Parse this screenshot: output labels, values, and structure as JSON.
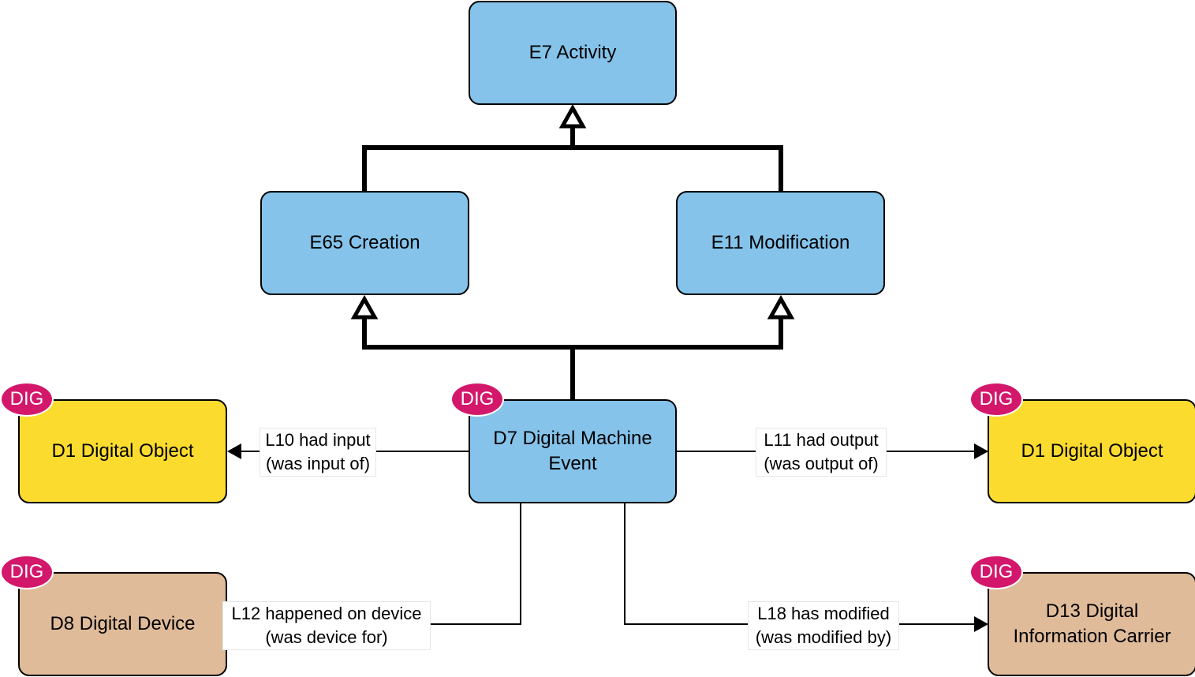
{
  "colors": {
    "event_fill": "#85C3EA",
    "object_fill": "#FCDB2F",
    "device_fill": "#E0BB9A",
    "badge_fill": "#D3176B",
    "stroke": "#000000"
  },
  "nodes": {
    "e7": {
      "label": "E7 Activity"
    },
    "e65": {
      "label": "E65 Creation"
    },
    "e11": {
      "label": "E11 Modification"
    },
    "d7": {
      "line1": "D7 Digital Machine",
      "line2": "Event",
      "badge": "DIG"
    },
    "d1_left": {
      "label": "D1 Digital Object",
      "badge": "DIG"
    },
    "d1_right": {
      "label": "D1 Digital Object",
      "badge": "DIG"
    },
    "d8": {
      "label": "D8 Digital Device",
      "badge": "DIG"
    },
    "d13": {
      "line1": "D13 Digital",
      "line2": "Information Carrier",
      "badge": "DIG"
    }
  },
  "edges": {
    "l10": {
      "line1": "L10 had input",
      "line2": "(was input of)"
    },
    "l11": {
      "line1": "L11 had output",
      "line2": "(was output of)"
    },
    "l12": {
      "line1": "L12 happened on device",
      "line2": "(was device for)"
    },
    "l18": {
      "line1": "L18 has modified",
      "line2": "(was modified by)"
    }
  }
}
